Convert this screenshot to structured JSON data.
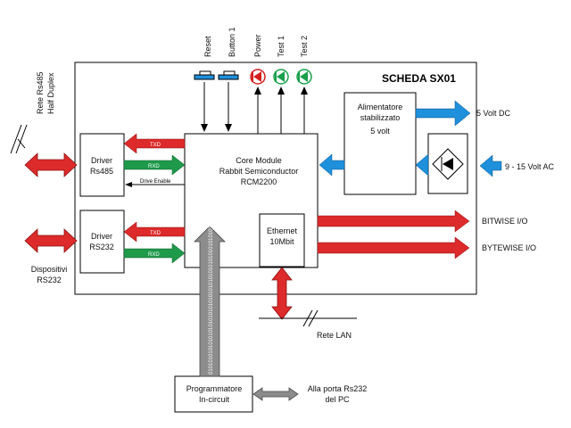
{
  "board": {
    "title": "SCHEDA SX01"
  },
  "buttons": {
    "reset": "Reset",
    "button1": "Button 1"
  },
  "leds": {
    "power": "Power",
    "test1": "Test 1",
    "test2": "Test 2"
  },
  "core": {
    "line1": "Core Module",
    "line2": "Rabbit Semiconductor",
    "line3": "RCM2200"
  },
  "ethernet": {
    "line1": "Ethernet",
    "line2": "10Mbit"
  },
  "driver485": {
    "line1": "Driver",
    "line2": "Rs485",
    "txd": "TXD",
    "rxd": "RXD",
    "enable": "Drive Enable"
  },
  "driver232": {
    "line1": "Driver",
    "line2": "RS232",
    "txd": "TXD",
    "rxd": "RXD"
  },
  "power_supply": {
    "line1": "Alimentatore",
    "line2": "stabilizzato",
    "line3": "5 volt"
  },
  "labels": {
    "rs485_line1": "Rete Rs485",
    "rs485_line2": "Half Duplex",
    "rs232_line1": "Dispositivi",
    "rs232_line2": "RS232",
    "out_5v": "5 Volt DC",
    "in_ac": "9 - 15 Volt AC",
    "bitwise": "BITWISE I/O",
    "bytewise": "BYTEWISE I/O",
    "lan": "Rete LAN",
    "pc_line1": "Alla porta Rs232",
    "pc_line2": "del PC"
  },
  "programmer": {
    "line1": "Programmatore",
    "line2": "In-circuit"
  },
  "bus_pattern": "0101010101010101010101010101010101010101010101010101010101010101010101010101",
  "colors": {
    "red": "#dd2a2a",
    "green": "#1e9a4a",
    "blue": "#1e90dc",
    "gray": "#8c8c8c",
    "led_red": "#d41f1f",
    "led_green": "#1aa04a"
  }
}
